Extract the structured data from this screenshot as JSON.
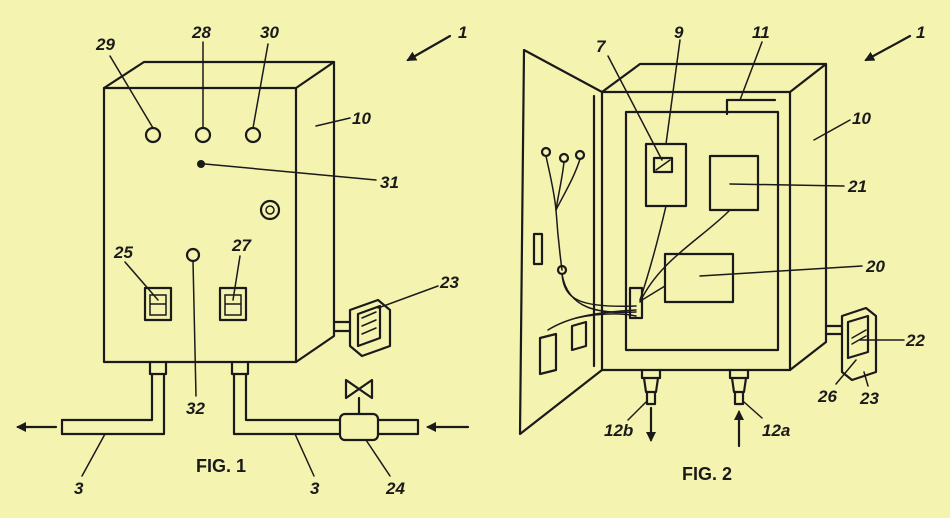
{
  "figure1": {
    "caption": "FIG. 1",
    "labels": {
      "device": "1",
      "lamp_left": "29",
      "lamp_middle": "28",
      "lamp_right": "30",
      "housing": "10",
      "indicator": "31",
      "switch_left": "25",
      "switch_right": "27",
      "connector": "23",
      "lamp_lower": "32",
      "pipe_left": "3",
      "pipe_right": "3",
      "valve": "24"
    }
  },
  "figure2": {
    "caption": "FIG. 2",
    "labels": {
      "device": "1",
      "sensor": "7",
      "module": "9",
      "panel": "11",
      "housing": "10",
      "unit_upper": "21",
      "unit_lower": "20",
      "switch": "22",
      "switch_part": "26",
      "connector": "23",
      "outlet": "12b",
      "inlet": "12a"
    }
  }
}
